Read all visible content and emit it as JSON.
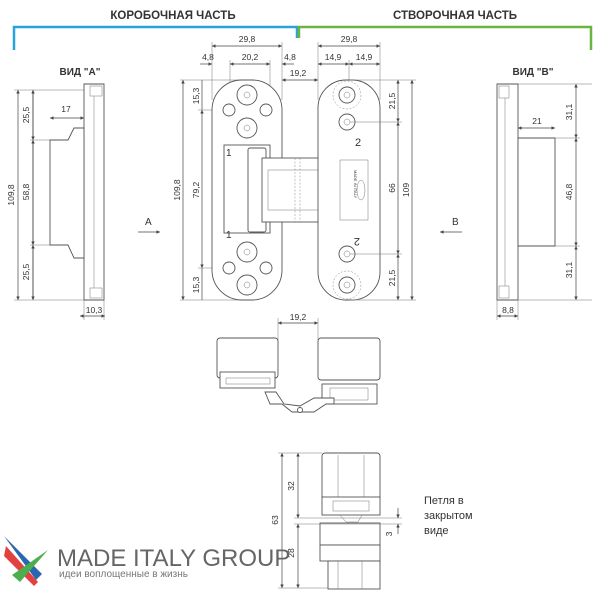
{
  "headers": {
    "frame_part": "КОРОБОЧНАЯ ЧАСТЬ",
    "door_part": "СТВОРОЧНАЯ ЧАСТЬ"
  },
  "colors": {
    "frame_bracket": "#29a3dc",
    "door_bracket": "#6db33f"
  },
  "view_a": {
    "title": "ВИД \"А\"",
    "total": "109,8",
    "top": "25,5",
    "middle": "58,8",
    "bottom": "25,5",
    "depth": "17",
    "thickness": "10,3"
  },
  "view_b": {
    "title": "ВИД \"В\"",
    "top": "31,1",
    "middle": "46,8",
    "bottom": "31,1",
    "depth": "21",
    "thickness": "8,8"
  },
  "front": {
    "frame_width": "29,8",
    "frame_margin_left": "4,8",
    "frame_inner": "20,2",
    "frame_margin_right": "4,8",
    "gap": "19,2",
    "door_width": "29,8",
    "door_half_left": "14,9",
    "door_half_right": "14,9",
    "frame_height": "109,8",
    "frame_hole_span": "79,2",
    "frame_top_offset": "15,3",
    "frame_bottom_offset": "15,3",
    "door_top_offset": "21,5",
    "door_hole_span": "66",
    "door_bottom_offset": "21,5",
    "door_height": "109",
    "mark_1": "1",
    "mark_2": "2",
    "stamp": "MADE IN ITALY"
  },
  "arrows": {
    "a": "A",
    "b": "B"
  },
  "open_view": {
    "offset": "19,2"
  },
  "closed_view": {
    "total": "63",
    "top": "32",
    "bottom": "28",
    "gap": "3",
    "caption_line1": "Петля в",
    "caption_line2": "закрытом",
    "caption_line3": "виде"
  },
  "logo": {
    "name": "MADE ITALY GROUP",
    "slogan": "идеи воплощенные в жизнь"
  }
}
